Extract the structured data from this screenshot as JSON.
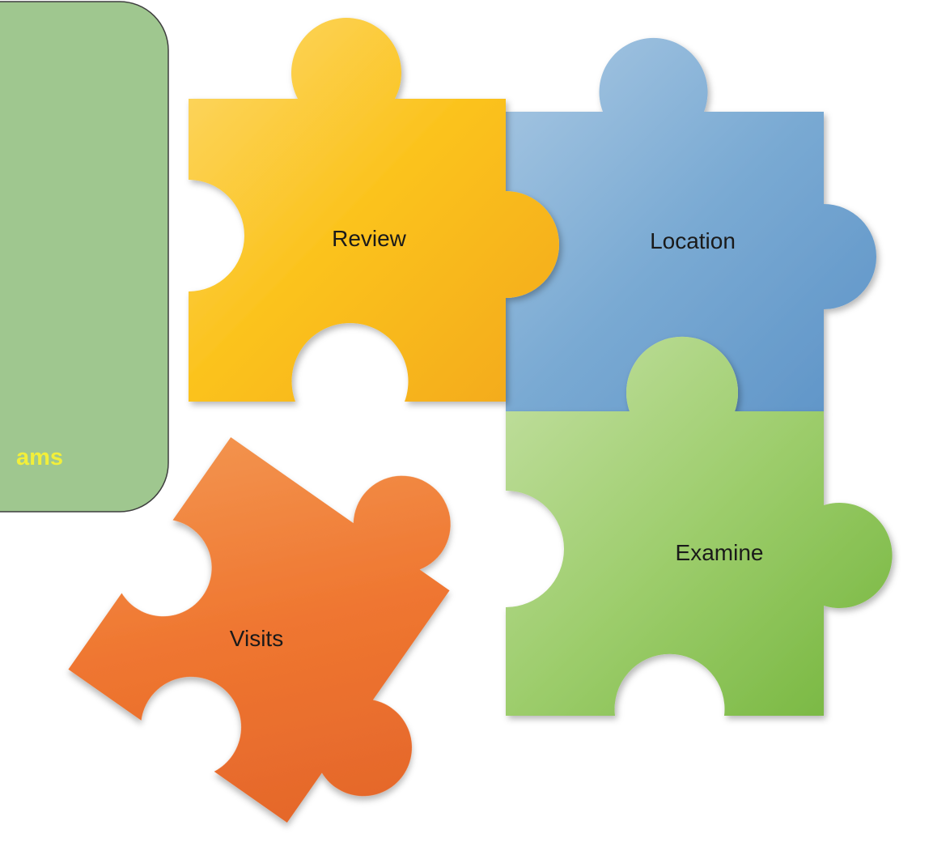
{
  "panel": {
    "visible_text": "ams",
    "fill_color": "#9fc78f",
    "text_color": "#f2ef3a"
  },
  "pieces": [
    {
      "id": "review",
      "label": "Review",
      "color": "#f7b51b"
    },
    {
      "id": "location",
      "label": "Location",
      "color": "#6ea2cf"
    },
    {
      "id": "examine",
      "label": "Examine",
      "color": "#8cc356"
    },
    {
      "id": "visits",
      "label": "Visits",
      "color": "#ec7229"
    }
  ]
}
